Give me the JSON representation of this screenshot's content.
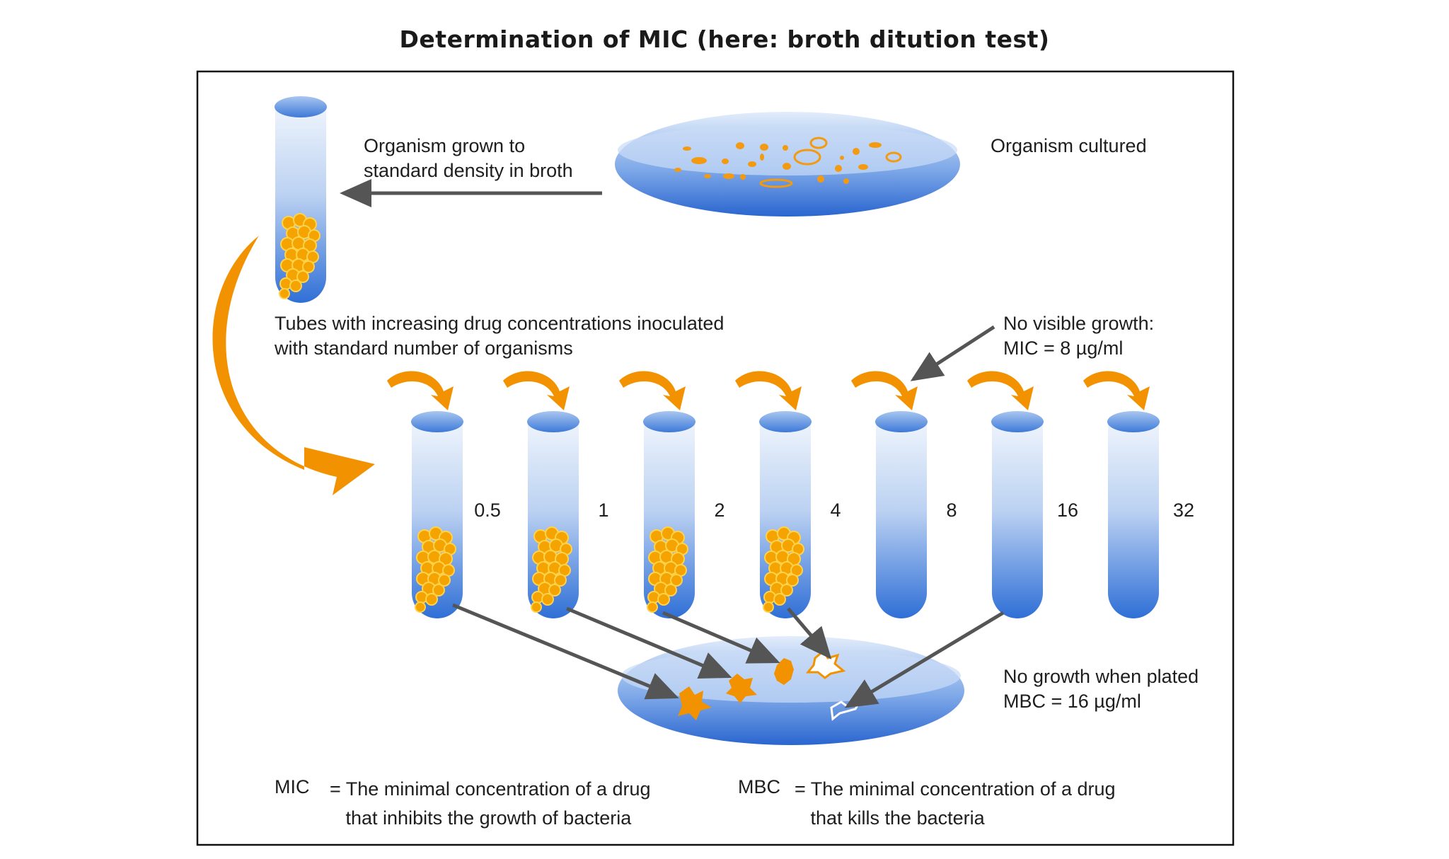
{
  "title": "Determination of MIC (here: broth ditution test)",
  "labels": {
    "grown": "Organism grown to\nstandard density in broth",
    "cultured": "Organism cultured",
    "tubes": "Tubes with increasing drug concentrations inoculated\nwith standard number of organisms",
    "no_visible": "No visible growth:\nMIC = 8 µg/ml",
    "no_growth_plated": "No growth when plated\nMBC = 16 µg/ml",
    "mic_term": "MIC",
    "mic_def": "= The minimal concentration of a drug\n   that inhibits the growth of bacteria",
    "mbc_term": "MBC",
    "mbc_def": "= The minimal concentration of a drug\n   that kills the bacteria"
  },
  "tubes": [
    {
      "concentration": "0.5",
      "growth": true
    },
    {
      "concentration": "1",
      "growth": true
    },
    {
      "concentration": "2",
      "growth": true
    },
    {
      "concentration": "4",
      "growth": true
    },
    {
      "concentration": "8",
      "growth": false
    },
    {
      "concentration": "16",
      "growth": false
    },
    {
      "concentration": "32",
      "growth": false
    }
  ],
  "colors": {
    "tube_blue": "#2f6fd6",
    "tube_light": "#e8f0fb",
    "bacteria": "#f5a300",
    "arrow_orange": "#f39200",
    "arrow_gray": "#555555",
    "frame": "#111111"
  }
}
